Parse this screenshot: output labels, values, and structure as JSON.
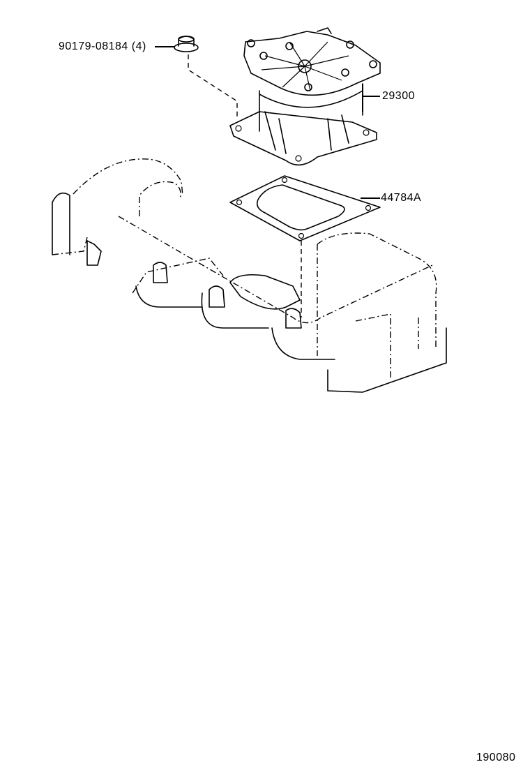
{
  "diagram": {
    "type": "exploded-parts-illustration",
    "parts": [
      {
        "id": "nut",
        "part_number": "90179-08184",
        "quantity_label": "(4)",
        "label": "90179-08184 (4)"
      },
      {
        "id": "vacuum-pump",
        "part_number": "29300",
        "label": "29300"
      },
      {
        "id": "gasket",
        "part_number": "44784A",
        "label": "44784A"
      }
    ],
    "reference_components": [
      "intake-manifold-assembly (phantom outline)"
    ],
    "figure_number": "190080"
  }
}
